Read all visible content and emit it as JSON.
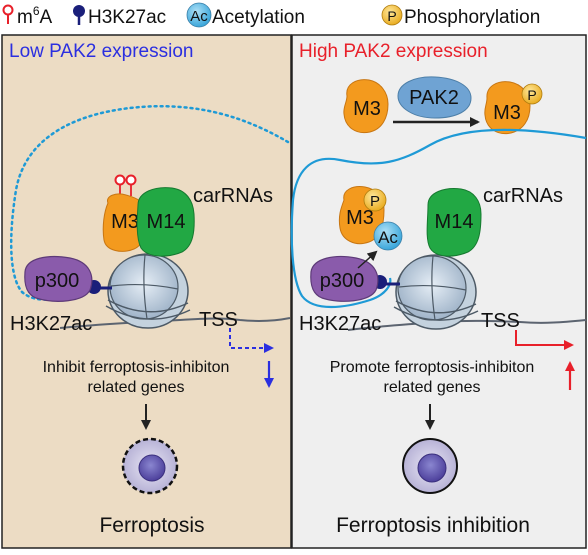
{
  "legend": {
    "m6a_label": "m",
    "m6a_sup": "6",
    "m6a_suffix": "A",
    "h3k27ac_label": "H3K27ac",
    "ac_badge": "Ac",
    "acetylation_label": "Acetylation",
    "p_badge": "P",
    "phosphorylation_label": "Phosphorylation"
  },
  "left_panel": {
    "title": "Low PAK2 expression",
    "m3": "M3",
    "m14": "M14",
    "carrnas": "carRNAs",
    "p300": "p300",
    "h3k27ac": "H3K27ac",
    "tss": "TSS",
    "effect_line1": "Inhibit ferroptosis-inhibiton",
    "effect_line2": "related genes",
    "outcome": "Ferroptosis"
  },
  "right_panel": {
    "title": "High PAK2 expression",
    "m3_left": "M3",
    "pak2": "PAK2",
    "m3_right": "M3",
    "p_top": "P",
    "m3": "M3",
    "p_mid": "P",
    "ac": "Ac",
    "m14": "M14",
    "carrnas": "carRNAs",
    "p300": "p300",
    "h3k27ac": "H3K27ac",
    "tss": "TSS",
    "effect_line1": "Promote ferroptosis-inhibiton",
    "effect_line2": "related genes",
    "outcome": "Ferroptosis inhibition"
  },
  "colors": {
    "left_bg": "#ecdcc4",
    "right_bg": "#efefef",
    "low_title": "#2b2fe0",
    "high_title": "#e8202a",
    "m3_orange": "#f39a1e",
    "m14_green": "#22a844",
    "p300_purple": "#8a5bab",
    "pak2_blue": "#6fa3d3",
    "rna_blue": "#1e9ad6",
    "ac_blue": "#4fb3e3",
    "p_yellow": "#f5c13b"
  }
}
